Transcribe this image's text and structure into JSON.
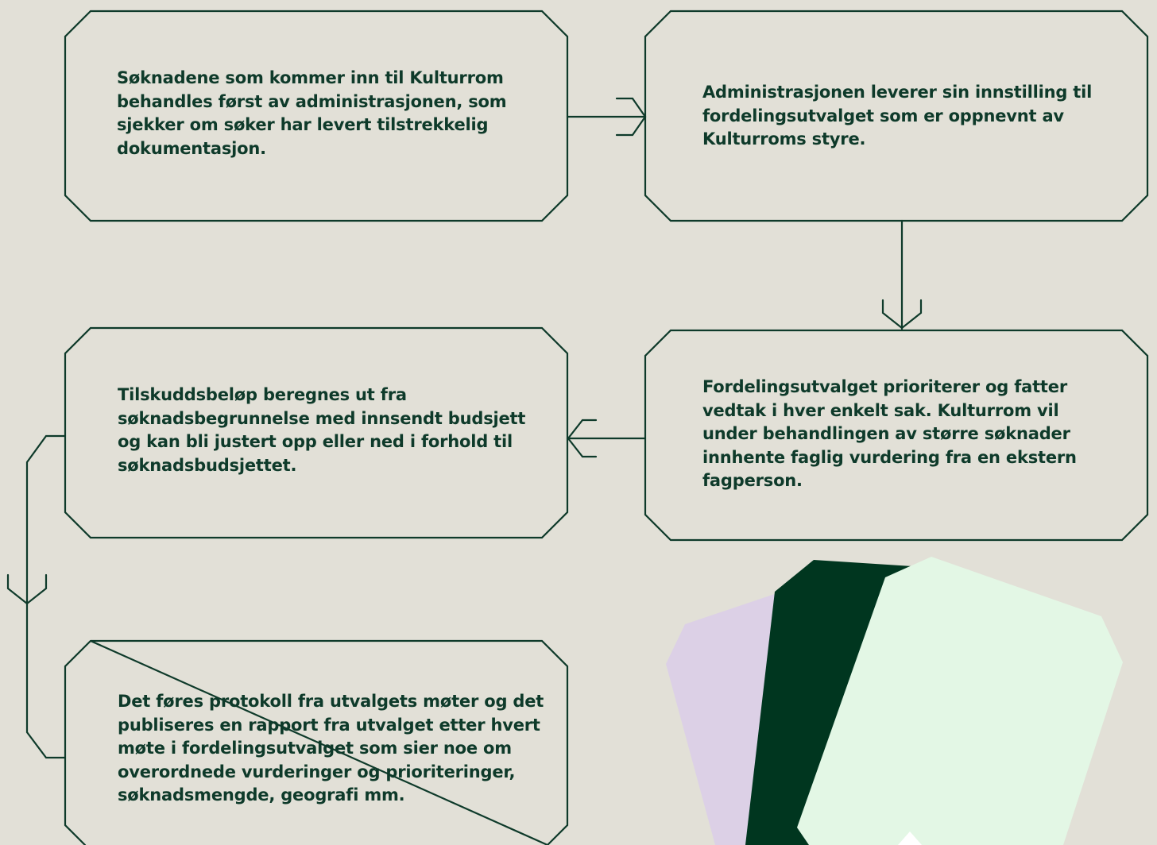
{
  "colors": {
    "background": "#e2e0d7",
    "stroke": "#0e3a2a",
    "text": "#0e3a2a",
    "lavender": "#dcd0e6",
    "dark_green": "#00361f",
    "mint": "#e3f7e5"
  },
  "steps": [
    {
      "id": 1,
      "text": "Søknadene som kommer inn til Kulturrom behandles først av administrasjonen, som sjekker om søker har levert tilstrekkelig dokumentasjon."
    },
    {
      "id": 2,
      "text": "Administrasjonen leverer sin innstilling til fordelingsutvalget som er oppnevnt av Kulturroms styre."
    },
    {
      "id": 3,
      "text": "Fordelingsutvalget prioriterer og fatter vedtak i hver enkelt sak. Kulturrom vil under behandlingen av større søknader innhente faglig vurdering fra en ekstern fagperson."
    },
    {
      "id": 4,
      "text": "Tilskuddsbeløp beregnes ut fra søknadsbegrunnelse med innsendt budsjett og kan bli justert opp eller ned i forhold til søknadsbudsjettet."
    },
    {
      "id": 5,
      "text": "Det føres protokoll fra utvalgets møter og det publiseres en rapport fra utvalget etter hvert møte i fordelingsutvalget som sier noe om overordnede vurderinger og prioriteringer, søknadsmengde, geografi mm."
    }
  ]
}
